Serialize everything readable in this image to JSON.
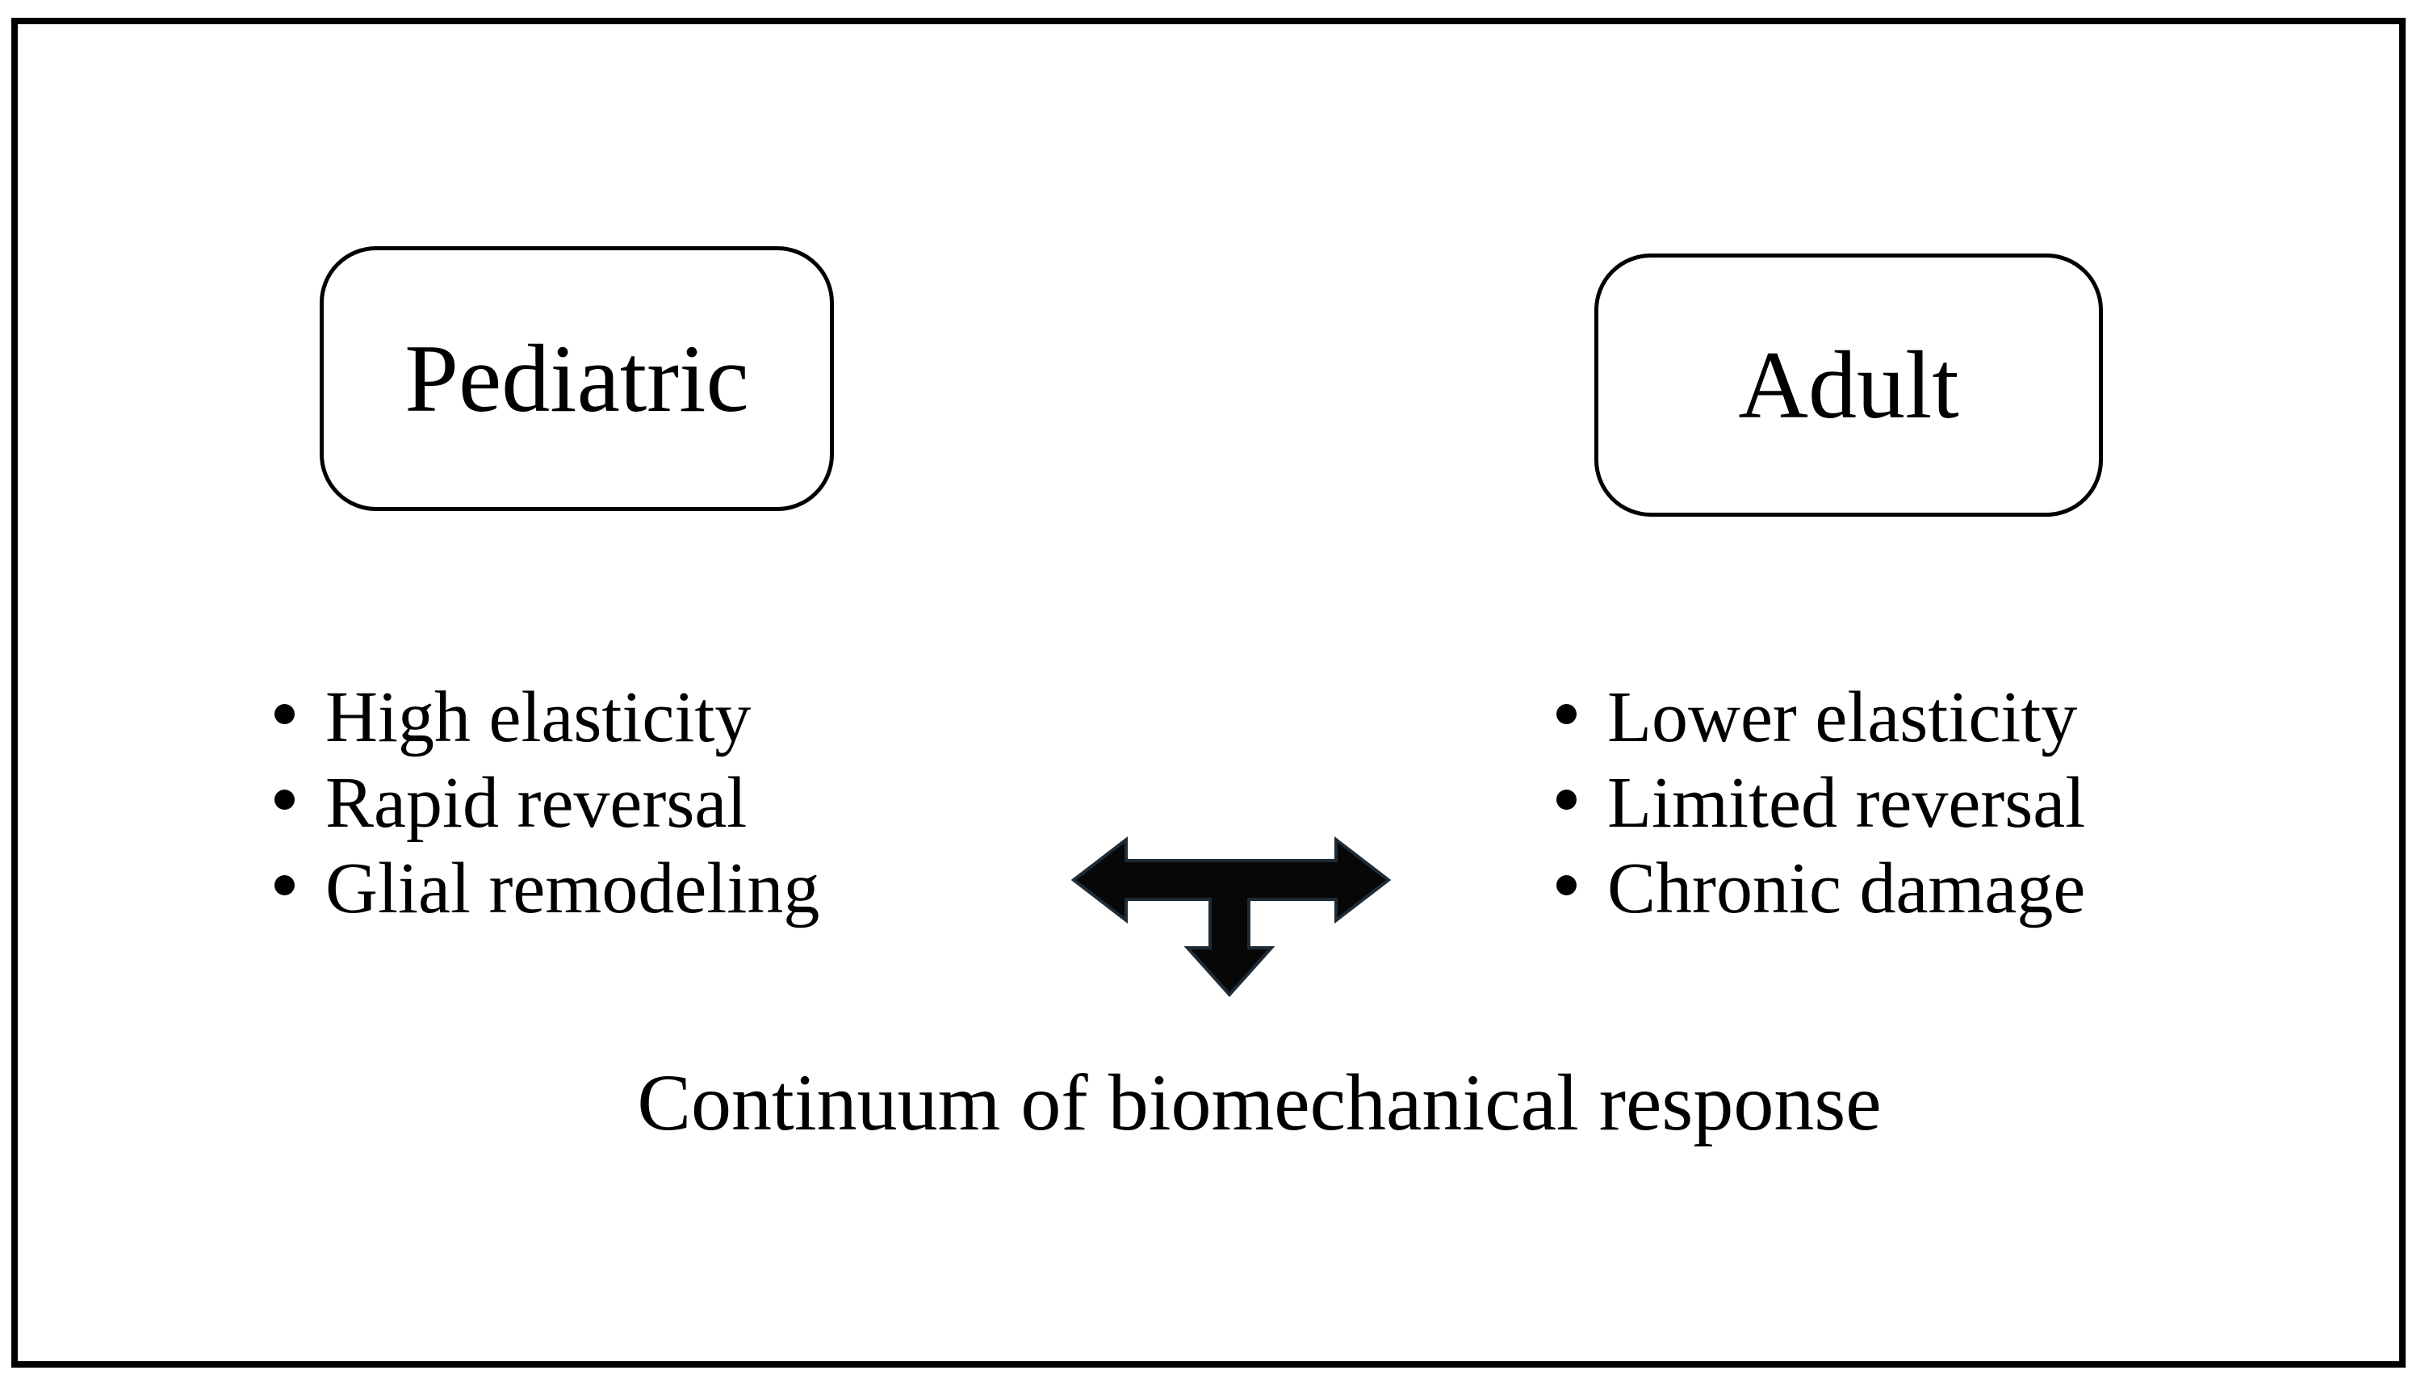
{
  "figure": {
    "boxes": {
      "left": {
        "label": "Pediatric"
      },
      "right": {
        "label": "Adult"
      }
    },
    "bullets": {
      "left": [
        "High elasticity",
        "Rapid reversal",
        "Glial remodeling"
      ],
      "right": [
        "Lower elasticity",
        "Limited reversal",
        "Chronic damage"
      ]
    },
    "caption": "Continuum of biomechanical response",
    "icons": {
      "arrow": "three-way-continuum-arrow-icon"
    },
    "colors": {
      "background": "#ffffff",
      "frame_border": "#000000",
      "box_border": "#000000",
      "text": "#000000",
      "arrow_fill": "#070707",
      "arrow_outline": "#1d2c37"
    }
  }
}
